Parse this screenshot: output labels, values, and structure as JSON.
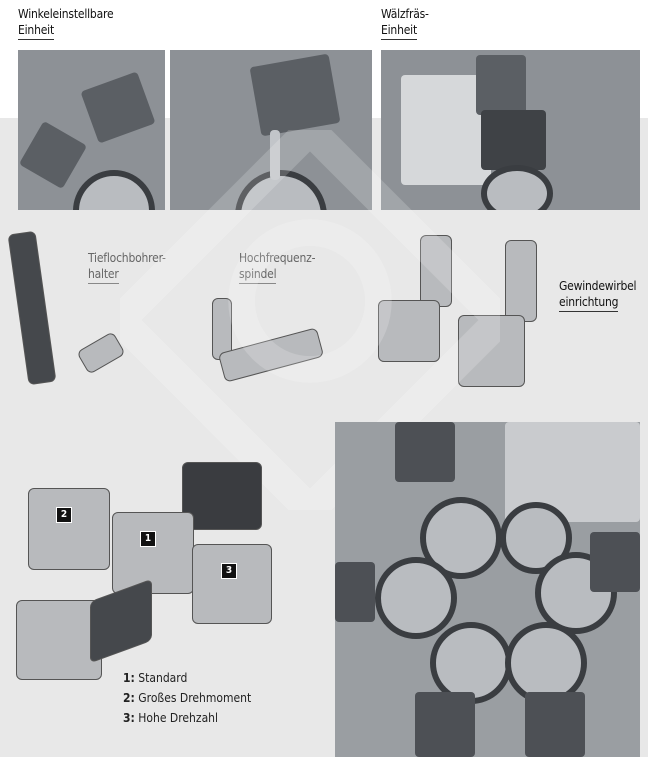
{
  "top_labels": [
    {
      "line1": "Winkeleinstellbare",
      "line2": "Einheit"
    },
    {
      "line1": "Wälzfräs-",
      "line2": "Einheit"
    }
  ],
  "middle_labels": [
    {
      "line1": "Tieflochbohrer-",
      "line2": "halter"
    },
    {
      "line1": "Hochfrequenz-",
      "line2": "spindel"
    },
    {
      "line1": "Gewindewirbel",
      "line2": "einrichtung"
    }
  ],
  "badges": [
    "2",
    "1",
    "3"
  ],
  "legend": [
    {
      "num": "1:",
      "text": "Standard"
    },
    {
      "num": "2:",
      "text": "Großes Drehmoment"
    },
    {
      "num": "3:",
      "text": "Hohe Drehzahl"
    }
  ]
}
